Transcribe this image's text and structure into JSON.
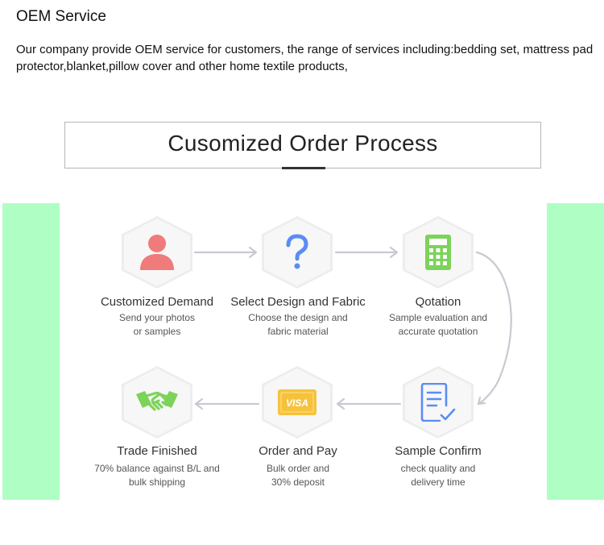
{
  "header": {
    "title": "OEM Service",
    "intro": "Our company provide OEM service for customers, the range of services including:bedding set, mattress pad protector,blanket,pillow cover and other home textile products,"
  },
  "banner": {
    "title": "Cusomized Order Process"
  },
  "colors": {
    "side_panels": "#afffc5",
    "icon_red": "#f07b7b",
    "icon_blue": "#5b8cf5",
    "icon_green": "#7cd35a",
    "icon_yellow": "#f6c23c"
  },
  "steps": [
    {
      "title": "Customized Demand",
      "line1": "Send your photos",
      "line2": "or samples",
      "icon": "person-icon"
    },
    {
      "title": "Select Design and Fabric",
      "line1": "Choose the design and",
      "line2": "fabric material",
      "icon": "question-icon"
    },
    {
      "title": "Qotation",
      "line1": "Sample evaluation and",
      "line2": "accurate quotation",
      "icon": "calculator-icon"
    },
    {
      "title": "Trade Finished",
      "line1": "70% balance against B/L and",
      "line2": "bulk shipping",
      "icon": "handshake-icon"
    },
    {
      "title": "Order and Pay",
      "line1": "Bulk order and",
      "line2": "30% deposit",
      "icon": "visa-card-icon"
    },
    {
      "title": "Sample Confirm",
      "line1": "check quality and",
      "line2": "delivery time",
      "icon": "checklist-icon"
    }
  ],
  "visa_label": "VISA"
}
